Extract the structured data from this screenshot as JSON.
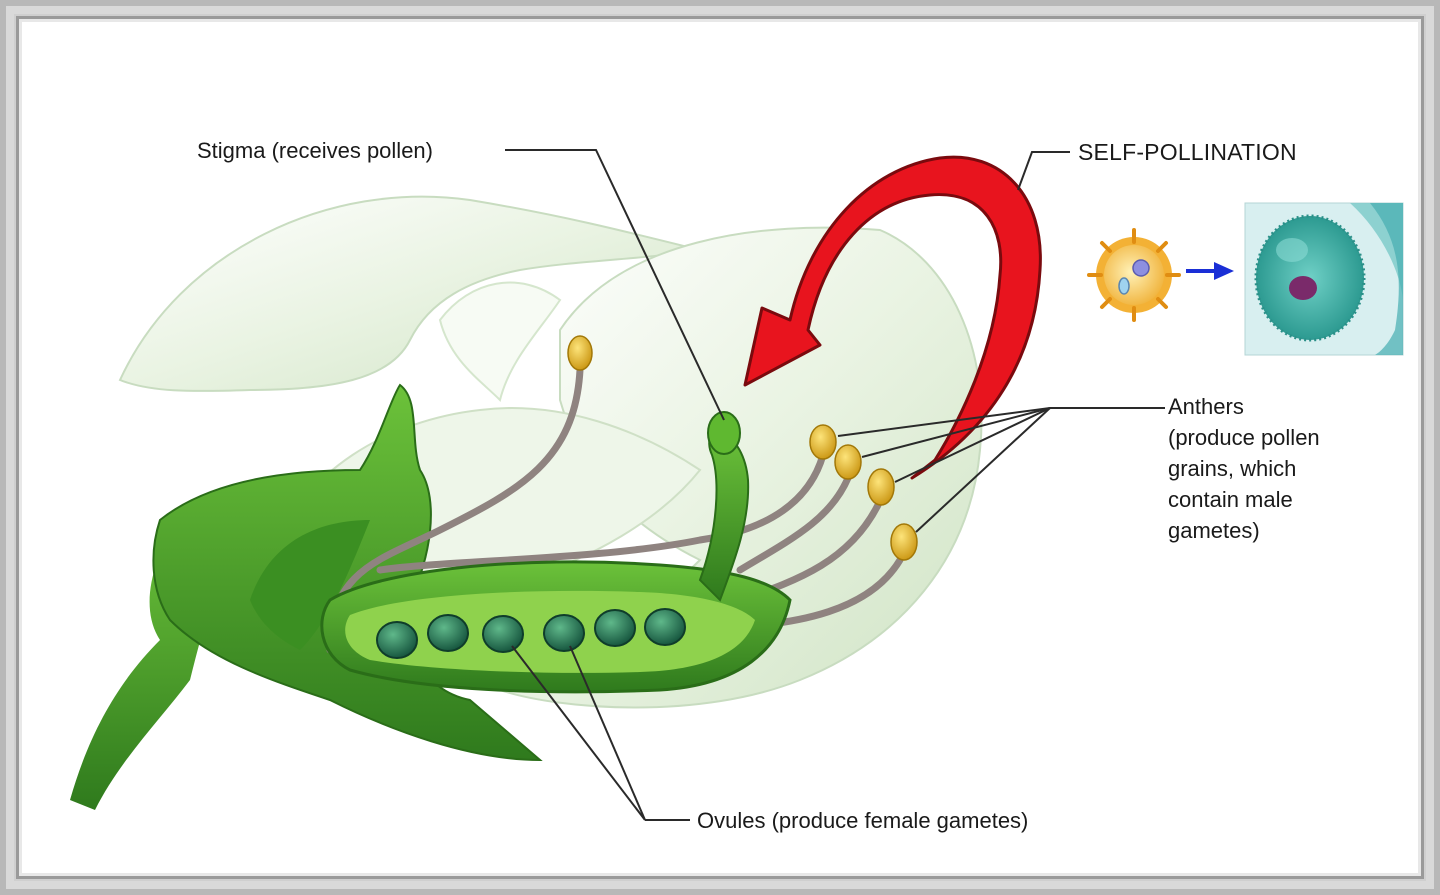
{
  "title": "SELF-POLLINATION",
  "labels": {
    "stigma": "Stigma (receives pollen)",
    "anthers": [
      "Anthers",
      "(produce pollen",
      "grains, which",
      "contain male",
      "gametes)"
    ],
    "ovules": "Ovules (produce female gametes)"
  },
  "colors": {
    "arrow_red": "#e8141e",
    "plant_green": "#4fa62a",
    "dark_green": "#2f7a1d",
    "petal": "#e6f1de",
    "anther_yellow": "#e0b21a",
    "filament": "#8f8380",
    "ovule": "#1f6a46",
    "micro_teal": "#3eb4ac",
    "small_arrow_blue": "#1a2fd6"
  },
  "icons": [
    "red-curved-arrow-icon",
    "pollen-grain-icon",
    "blue-arrow-icon",
    "micrograph-image"
  ]
}
